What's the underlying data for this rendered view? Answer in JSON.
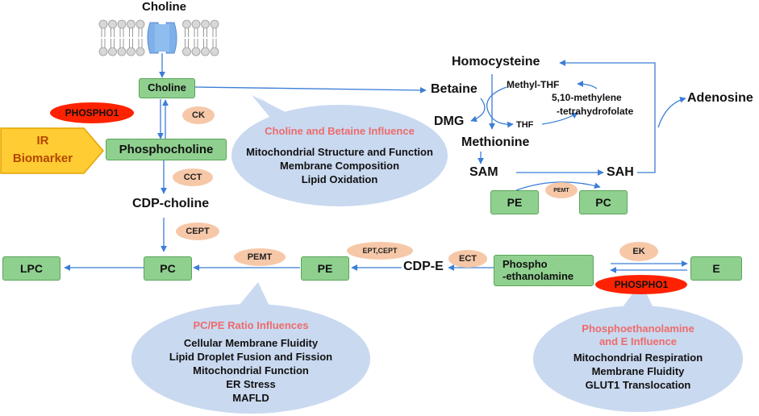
{
  "top": {
    "choline_label": "Choline"
  },
  "boxes": {
    "choline": "Choline",
    "phosphocholine": "Phosphocholine",
    "pc_lower": "PC",
    "lpc": "LPC",
    "pe_lower": "PE",
    "phosphoethanolamine_1": "Phospho",
    "phosphoethanolamine_2": "-ethanolamine",
    "e": "E",
    "pe_right": "PE",
    "pc_right": "PC"
  },
  "enzymes": {
    "phospho1_top": "PHOSPHO1",
    "ck": "CK",
    "cct": "CCT",
    "cept": "CEPT",
    "pemt_lower": "PEMT",
    "ept_cept": "EPT,CEPT",
    "ect": "ECT",
    "ek": "EK",
    "phospho1_bottom": "PHOSPHO1",
    "pemt_right": "PEMT"
  },
  "ir_marker": {
    "line1": "IR",
    "line2": "Biomarker"
  },
  "metabolites": {
    "cdp_choline": "CDP-choline",
    "cdp_e": "CDP-E",
    "homocysteine": "Homocysteine",
    "betaine": "Betaine",
    "dmg": "DMG",
    "methyl_thf": "Methyl-THF",
    "methylene_1": "5,10-methylene",
    "methylene_2": "-tetrahydrofolate",
    "thf": "THF",
    "methionine": "Methionine",
    "sam": "SAM",
    "sah": "SAH",
    "adenosine": "Adenosine"
  },
  "bubbles": {
    "choline_betaine": {
      "title": "Choline and Betaine Influence",
      "lines": [
        "Mitochondrial Structure and Function",
        "Membrane Composition",
        "Lipid Oxidation"
      ]
    },
    "pc_pe": {
      "title": "PC/PE Ratio Influences",
      "lines": [
        "Cellular Membrane Fluidity",
        "Lipid Droplet Fusion and Fission",
        "Mitochondrial Function",
        "ER Stress",
        "MAFLD"
      ]
    },
    "phosphoethanolamine": {
      "title_1": "Phosphoethanolamine",
      "title_2": "and E Influence",
      "lines": [
        "Mitochondrial Respiration",
        "Membrane Fluidity",
        "GLUT1 Translocation"
      ]
    }
  },
  "colors": {
    "green_fill": "#8fd08f",
    "salmon": "#f6c8a8",
    "red": "#ff2200",
    "bubble": "#c9d9f0",
    "arrow": "#3b7dd8",
    "bubble_title": "#ee6b6b",
    "ir_fill": "#ffcc33",
    "ir_text": "#b34700"
  }
}
